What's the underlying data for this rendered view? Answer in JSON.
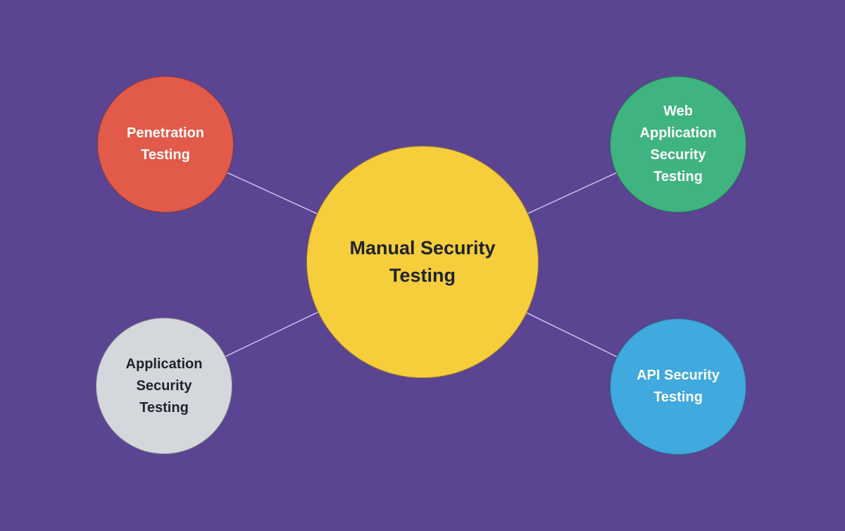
{
  "diagram": {
    "background_color": "#5b4491",
    "connector_color": "#cfbdeb",
    "center": {
      "label": "Manual Security Testing",
      "fill": "#f6cd3b",
      "text_color": "#1f232e"
    },
    "nodes": [
      {
        "id": "penetration-testing",
        "label": "Penetration Testing",
        "fill": "#e25a4a",
        "text_color": "#ffffff"
      },
      {
        "id": "web-application-security-testing",
        "label": "Web Application Security Testing",
        "fill": "#3fb380",
        "text_color": "#ffffff"
      },
      {
        "id": "application-security-testing",
        "label": "Application Security Testing",
        "fill": "#d4d7db",
        "text_color": "#1f232e"
      },
      {
        "id": "api-security-testing",
        "label": "API Security Testing",
        "fill": "#40a9dd",
        "text_color": "#ffffff"
      }
    ]
  }
}
